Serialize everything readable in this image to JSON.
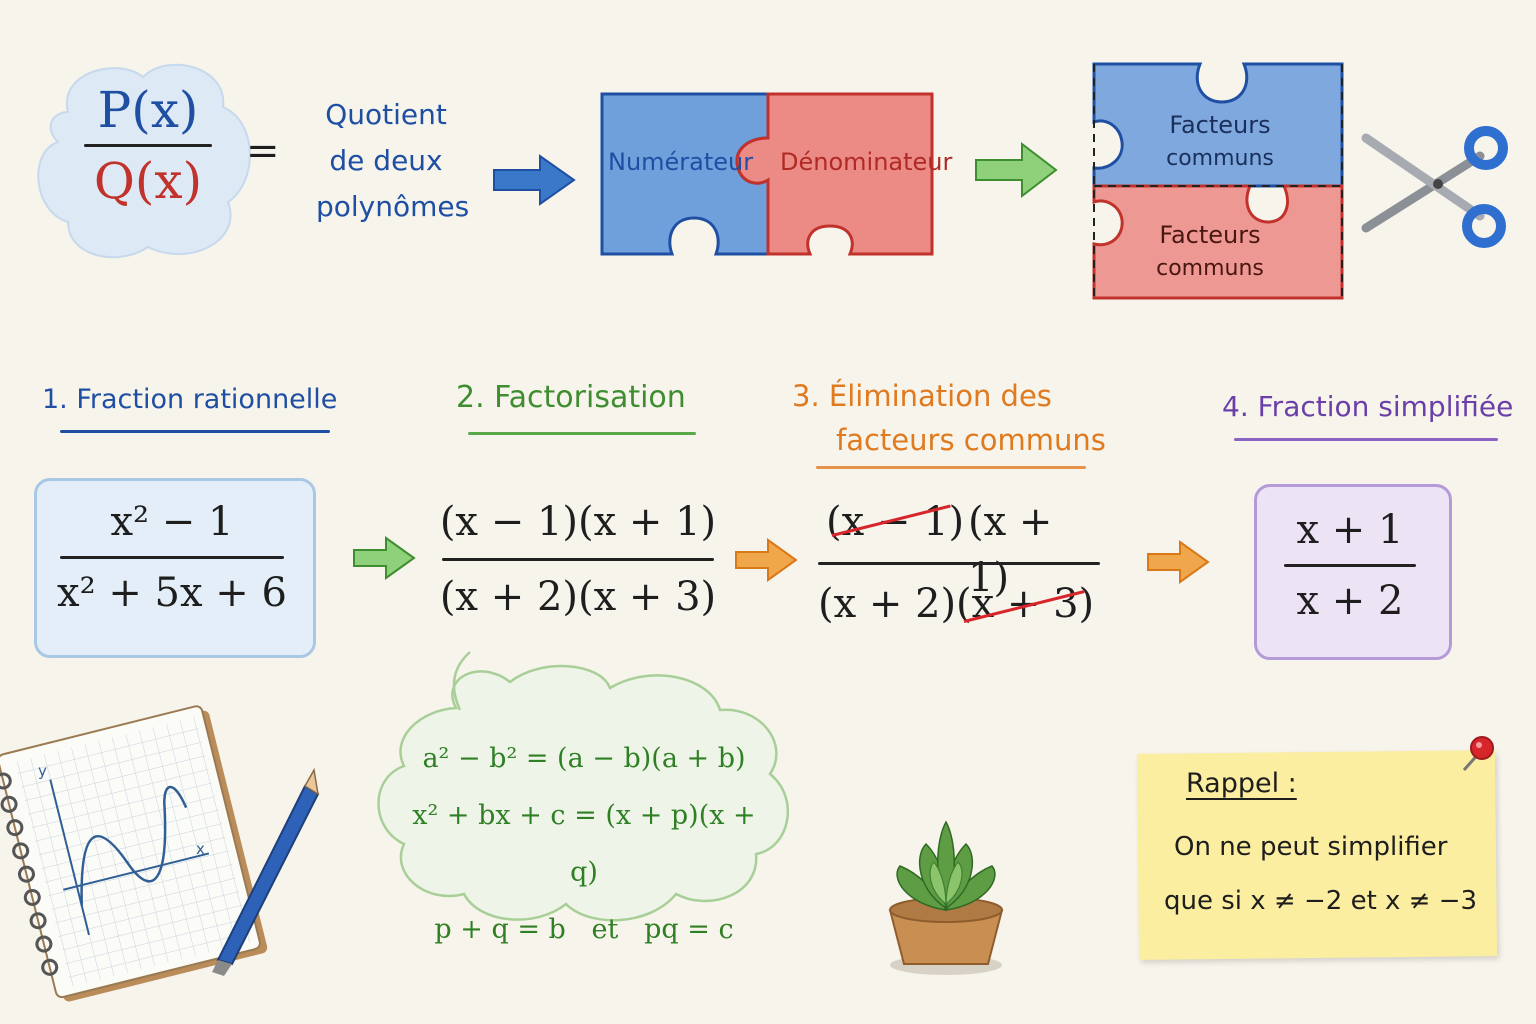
{
  "definition": {
    "numerator": "P(x)",
    "denominator": "Q(x)",
    "equals": "=",
    "description": [
      "Quotient",
      "de deux",
      "polynômes"
    ]
  },
  "puzzle": {
    "numerator_label": "Numérateur",
    "denominator_label": "Dénominateur",
    "top_common": [
      "Facteurs",
      "communs"
    ],
    "bottom_common": [
      "Facteurs",
      "communs"
    ]
  },
  "steps": [
    {
      "title": "1. Fraction rationnelle",
      "numerator": "x² − 1",
      "denominator": "x² + 5x + 6",
      "color": "#1f4fa3"
    },
    {
      "title": "2. Factorisation",
      "numerator": "(x − 1)(x + 1)",
      "denominator": "(x + 2)(x + 3)",
      "color": "#3e8e2f"
    },
    {
      "title": [
        "3. Élimination des",
        "facteurs communs"
      ],
      "num_cancel": "(x − 1)",
      "num_keep": "(x + 1)",
      "den_keep": "(x + 2)",
      "den_cancel": "(x + 3)",
      "color": "#e07a1f"
    },
    {
      "title": "4. Fraction simplifiée",
      "numerator": "x + 1",
      "denominator": "x + 2",
      "color": "#6b3fa8"
    }
  ],
  "formulas": [
    "a² − b² = (a − b)(a + b)",
    "x² + bx + c = (x + p)(x + q)",
    "p + q = b   et   pq = c"
  ],
  "notebook": {
    "y_axis": "y",
    "x_axis": "x"
  },
  "reminder": {
    "title": "Rappel :",
    "lines": [
      "On ne peut simplifier",
      "que si x ≠ −2 et x ≠ −3"
    ]
  },
  "colors": {
    "blue": "#1f4fa3",
    "red": "#c0322b",
    "green": "#3e8e2f",
    "orange": "#e07a1f",
    "purple": "#6b3fa8",
    "note": "#fbeea0"
  }
}
